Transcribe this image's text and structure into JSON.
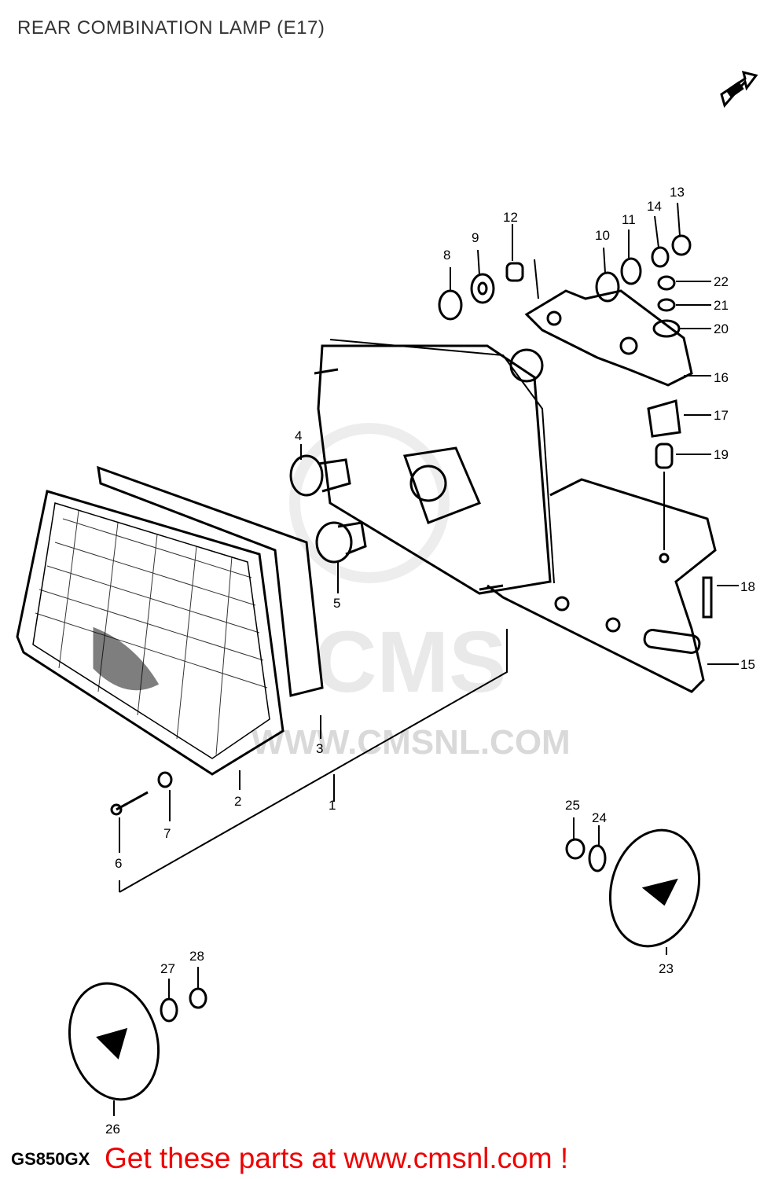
{
  "title": "REAR COMBINATION LAMP (E17)",
  "model_code": "GS850GX",
  "cta": "Get these parts at www.cmsnl.com !",
  "watermark": {
    "text": "WWW.CMSNL.COM",
    "logo": "CMS"
  },
  "callouts": [
    "1",
    "2",
    "3",
    "4",
    "5",
    "6",
    "7",
    "8",
    "9",
    "10",
    "11",
    "12",
    "13",
    "14",
    "15",
    "16",
    "17",
    "18",
    "19",
    "20",
    "21",
    "22",
    "23",
    "24",
    "25",
    "26",
    "27",
    "28"
  ],
  "icons": [
    "front-direction-arrow-icon"
  ],
  "colors": {
    "cta": "#ee0000",
    "line": "#000000",
    "watermark": "#d9d9d9"
  }
}
